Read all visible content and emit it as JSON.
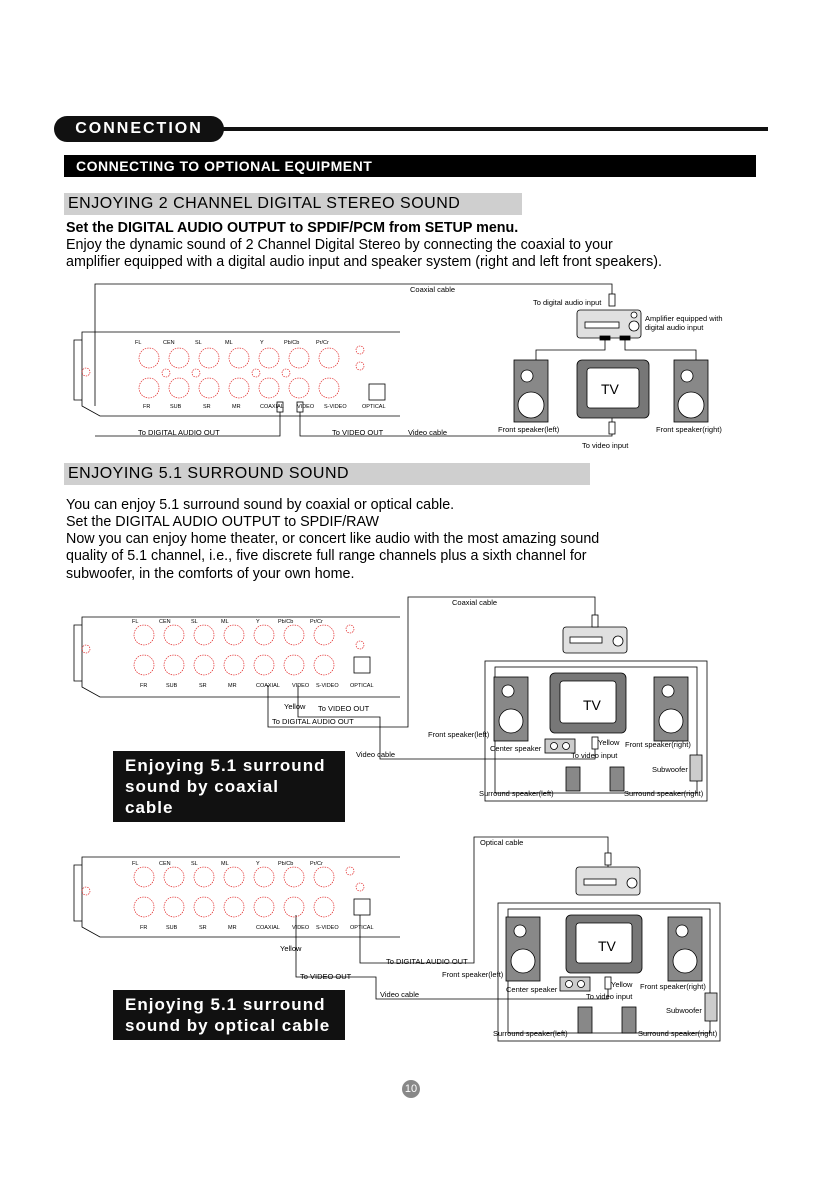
{
  "header": {
    "title": "CONNECTION"
  },
  "banner": "CONNECTING TO OPTIONAL EQUIPMENT",
  "section1": {
    "title": "ENJOYING 2 CHANNEL DIGITAL STEREO SOUND",
    "instruction": "Set the DIGITAL AUDIO OUTPUT to SPDIF/PCM from SETUP menu.",
    "line1": "Enjoy the dynamic sound of 2 Channel Digital Stereo by connecting the coaxial to your",
    "line2": "amplifier equipped with a digital audio input and speaker system (right and left front speakers)."
  },
  "diagram1": {
    "coaxial_cable": "Coaxial cable",
    "to_digital_audio_input": "To digital audio input",
    "amplifier_1": "Amplifier equipped with",
    "amplifier_2": "digital audio input",
    "tv": "TV",
    "front_left": "Front speaker(left)",
    "front_right": "Front speaker(right)",
    "to_video_input": "To video input",
    "to_digital_audio_out": "To DIGITAL AUDIO OUT",
    "to_video_out": "To VIDEO OUT",
    "video_cable": "Video cable"
  },
  "panel": {
    "top_labels": [
      "FL",
      "CEN",
      "SL",
      "ML",
      "Y",
      "Pb/Cb",
      "Pr/Cr"
    ],
    "bottom_labels": [
      "FR",
      "SUB",
      "SR",
      "MR",
      "COAXIAL",
      "VIDEO",
      "S-VIDEO",
      "OPTICAL"
    ]
  },
  "section2": {
    "title": "ENJOYING 5.1 SURROUND SOUND",
    "line1": "You can enjoy 5.1 surround sound by coaxial or optical cable.",
    "line2": "Set the DIGITAL AUDIO OUTPUT to SPDIF/RAW",
    "line3": "Now you can enjoy home theater, or concert like audio with the most amazing sound",
    "line4": "quality of 5.1 channel, i.e., five discrete full range  channels plus a sixth channel for",
    "line5": "subwoofer, in the comforts of your own home."
  },
  "diagram2": {
    "badge_line1": "Enjoying 5.1 surround",
    "badge_line2": "sound by coaxial cable",
    "coaxial_cable": "Coaxial cable",
    "yellow": "Yellow",
    "to_video_out": "To VIDEO OUT",
    "to_digital_audio_out": "To DIGITAL AUDIO OUT",
    "front_left": "Front speaker(left)",
    "center": "Center speaker",
    "tv_yellow": "Yellow",
    "front_right": "Front speaker(right)",
    "video_cable": "Video cable",
    "to_video_input": "To video input",
    "subwoofer": "Subwoofer",
    "surround_left": "Surround speaker(left)",
    "surround_right": "Surround speaker(right)",
    "tv": "TV"
  },
  "diagram3": {
    "badge_line1": "Enjoying 5.1 surround",
    "badge_line2": "sound by optical cable",
    "optical_cable": "Optical cable",
    "yellow": "Yellow",
    "to_video_out": "To VIDEO OUT",
    "to_digital_audio_out": "To DIGITAL AUDIO OUT",
    "front_left": "Front speaker(left)",
    "center": "Center speaker",
    "tv_yellow": "Yellow",
    "front_right": "Front speaker(right)",
    "video_cable": "Video cable",
    "to_video_input": "To video input",
    "subwoofer": "Subwoofer",
    "surround_left": "Surround speaker(left)",
    "surround_right": "Surround speaker(right)",
    "tv": "TV"
  },
  "page_number": "10"
}
